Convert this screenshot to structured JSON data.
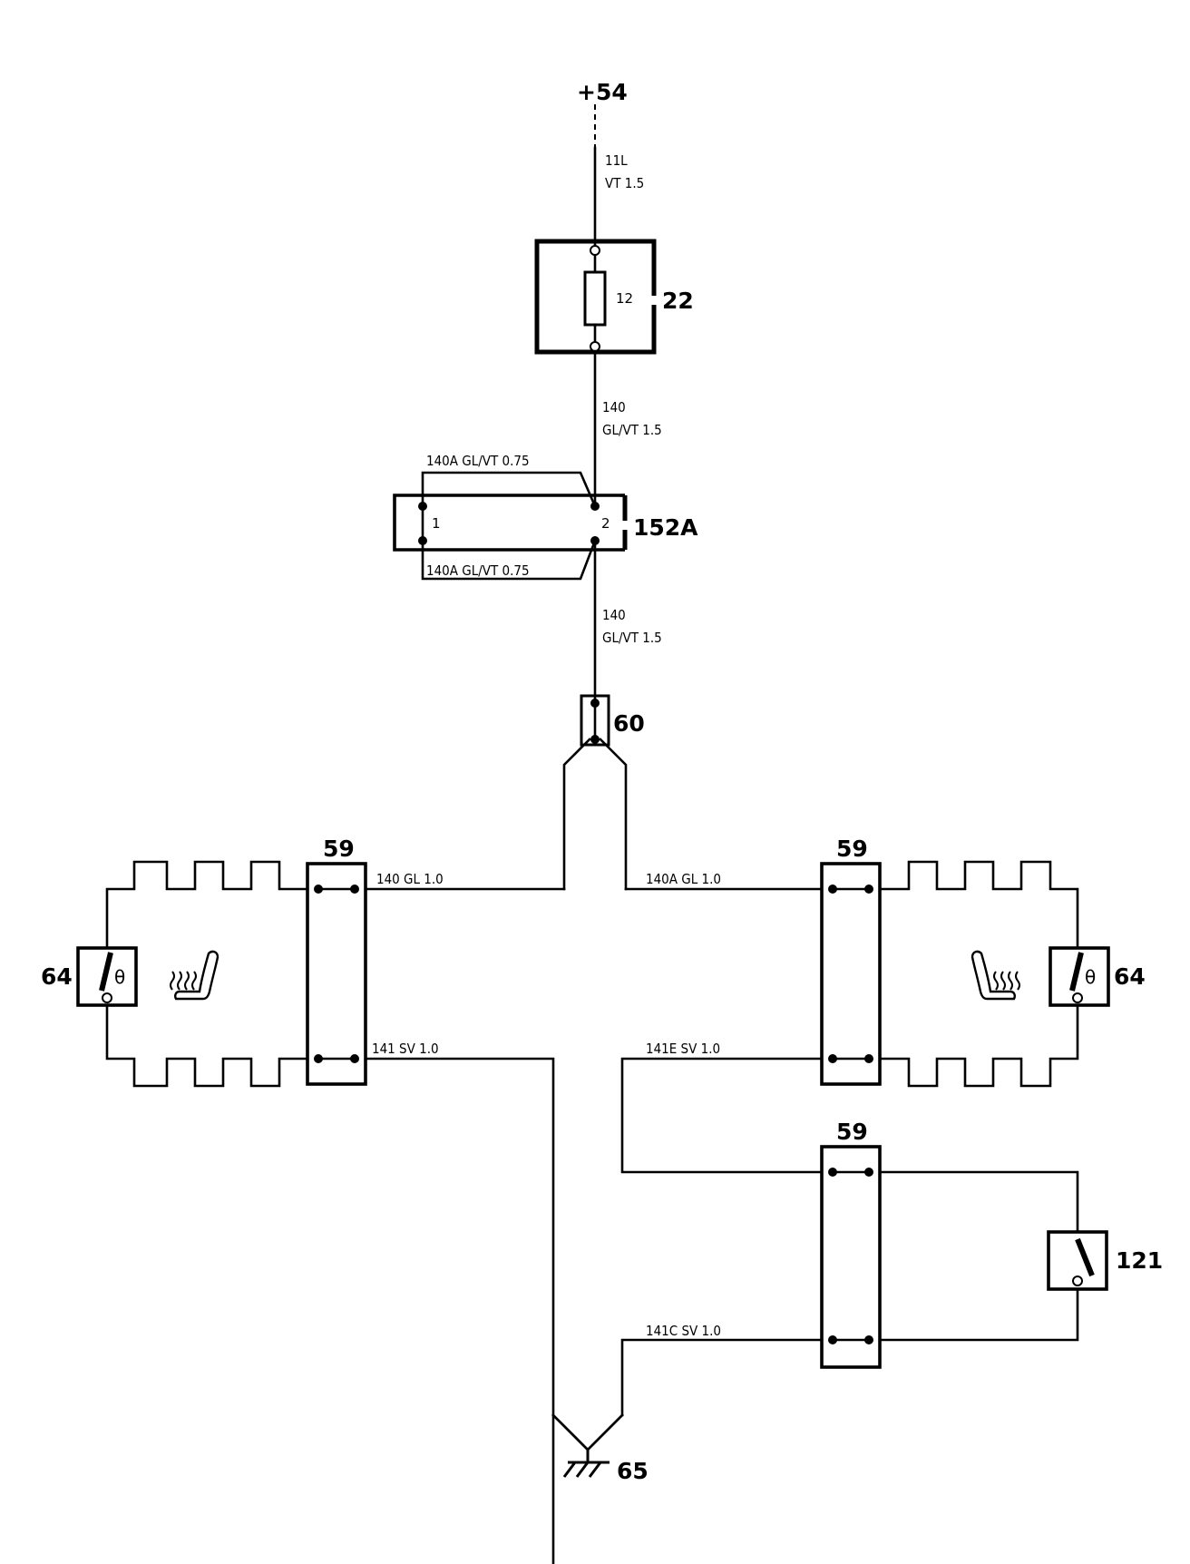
{
  "supply": "+54",
  "wires": {
    "w11L_id": "11L",
    "w11L_spec": "VT 1.5",
    "w140_top_id": "140",
    "w140_top_spec": "GL/VT 1.5",
    "w140A_upper": "140A GL/VT 0.75",
    "w140A_lower": "140A GL/VT 0.75",
    "w140_mid_id": "140",
    "w140_mid_spec": "GL/VT 1.5",
    "w140_left": "140 GL 1.0",
    "w140A_right": "140A GL 1.0",
    "w141_left": "141 SV 1.0",
    "w141E_right": "141E SV 1.0",
    "w141C": "141C SV 1.0"
  },
  "components": {
    "fuse_box": "22",
    "fuse_number": "12",
    "connector_152A": "152A",
    "pin1": "1",
    "pin2": "2",
    "splice": "60",
    "conn59_left": "59",
    "conn59_right": "59",
    "conn59_lower": "59",
    "thermostat_left": "64",
    "thermostat_right": "64",
    "thermo_symbol": "θ",
    "switch": "121",
    "ground": "65"
  },
  "icons": [
    "seat-heater-icon",
    "seat-heater-icon",
    "thermostat-switch-icon",
    "switch-icon",
    "ground-icon",
    "fuse-icon"
  ]
}
